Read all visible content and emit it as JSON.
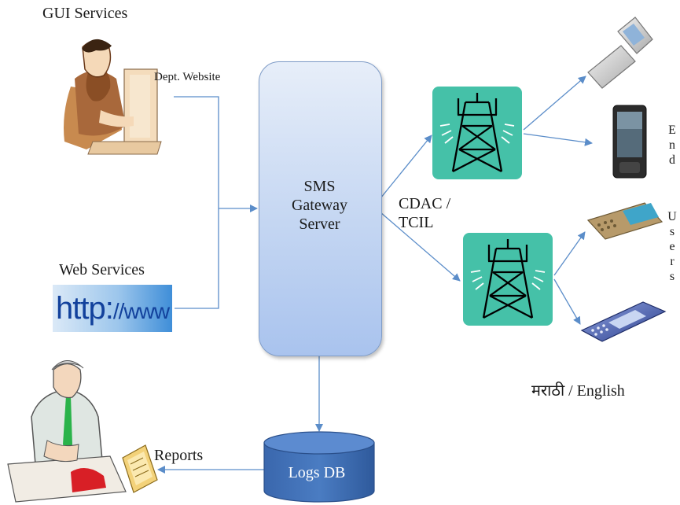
{
  "labels": {
    "gui_services": "GUI Services",
    "dept_website": "Dept. Website",
    "web_services": "Web Services",
    "http_main": "http:",
    "http_www": "//www",
    "server_lines": [
      "SMS",
      "Gateway",
      "Server"
    ],
    "cdac_line1": "CDAC /",
    "cdac_line2": "TCIL",
    "logs_db": "Logs DB",
    "reports": "Reports",
    "language_marathi": "मराठी",
    "language_rest": " / English",
    "end_letters": [
      "E",
      "n",
      "d"
    ],
    "users_letters": [
      "U",
      "s",
      "e",
      "r",
      "s"
    ]
  },
  "colors": {
    "arrow": "#5b8dc9",
    "tower_box": "#45c1a8",
    "server_fill": "#c4d6f2",
    "db_fill": "#4473b7"
  },
  "icons": [
    "officer-at-computer",
    "http-banner",
    "transmission-tower",
    "flip-phone",
    "smartphone",
    "bar-phone",
    "slider-phone",
    "manager-at-desk",
    "report-document"
  ]
}
